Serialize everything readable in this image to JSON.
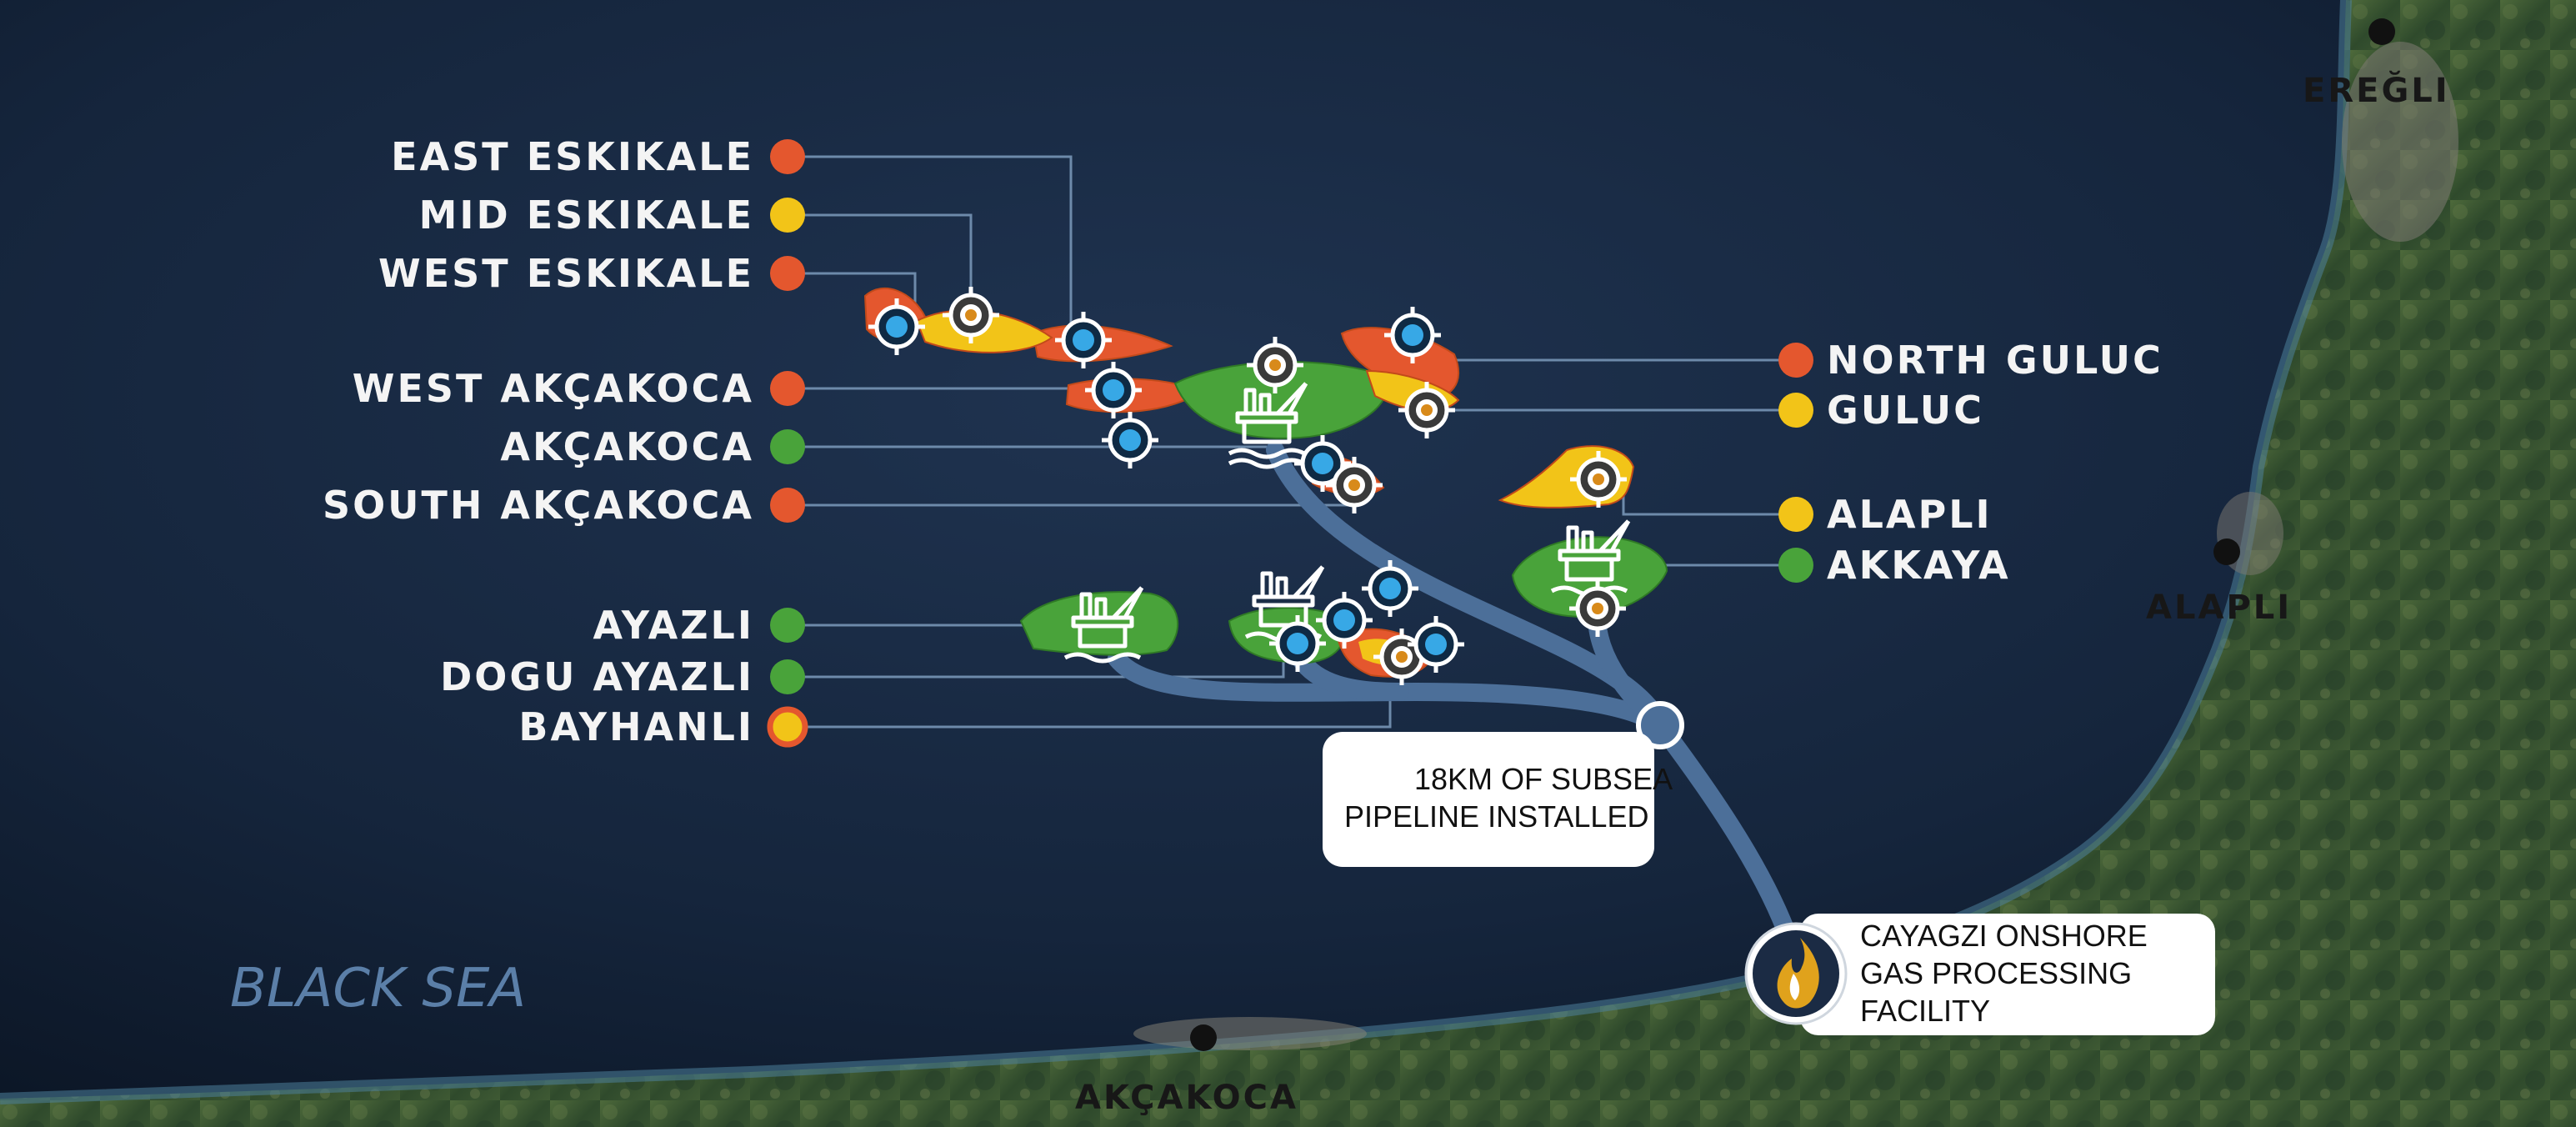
{
  "colors": {
    "sea": "#14243a",
    "land": "#3d5a32",
    "orange": "#e4572e",
    "yellow": "#f2c418",
    "green": "#49a33a",
    "pipeline": "#4c6f99",
    "leader": "#6d8aaa",
    "target_blue": "#37a8e6"
  },
  "sea_label": "BLACK SEA",
  "towns": [
    {
      "id": "eregli",
      "name": "EREĞLI"
    },
    {
      "id": "alapli",
      "name": "ALAPLI"
    },
    {
      "id": "akcakoca",
      "name": "AKÇAKOCA"
    }
  ],
  "fields_left": [
    {
      "id": "east-eskikale",
      "name": "EAST ESKIKALE",
      "status": "orange"
    },
    {
      "id": "mid-eskikale",
      "name": "MID ESKIKALE",
      "status": "yellow"
    },
    {
      "id": "west-eskikale",
      "name": "WEST ESKIKALE",
      "status": "orange"
    },
    {
      "id": "west-akcakoca",
      "name": "WEST AKÇAKOCA",
      "status": "orange"
    },
    {
      "id": "akcakoca",
      "name": "AKÇAKOCA",
      "status": "green"
    },
    {
      "id": "south-akcakoca",
      "name": "SOUTH AKÇAKOCA",
      "status": "orange"
    },
    {
      "id": "ayazli",
      "name": "AYAZLI",
      "status": "green"
    },
    {
      "id": "dogu-ayazli",
      "name": "DOGU AYAZLI",
      "status": "green"
    },
    {
      "id": "bayhanli",
      "name": "BAYHANLI",
      "status": "orange-yellow"
    }
  ],
  "fields_right": [
    {
      "id": "north-guluc",
      "name": "NORTH GULUC",
      "status": "orange"
    },
    {
      "id": "guluc",
      "name": "GULUC",
      "status": "yellow"
    },
    {
      "id": "alapli-field",
      "name": "ALAPLI",
      "status": "yellow"
    },
    {
      "id": "akkaya",
      "name": "AKKAYA",
      "status": "green"
    }
  ],
  "callouts": {
    "pipeline": [
      "18KM OF SUBSEA",
      "PIPELINE INSTALLED"
    ],
    "facility": [
      "CAYAGZI ONSHORE",
      "GAS PROCESSING",
      "FACILITY"
    ]
  },
  "icons": {
    "platform": "offshore-platform-icon",
    "well": "well-target-icon",
    "facility": "gas-flame-icon",
    "town": "town-dot-icon"
  }
}
